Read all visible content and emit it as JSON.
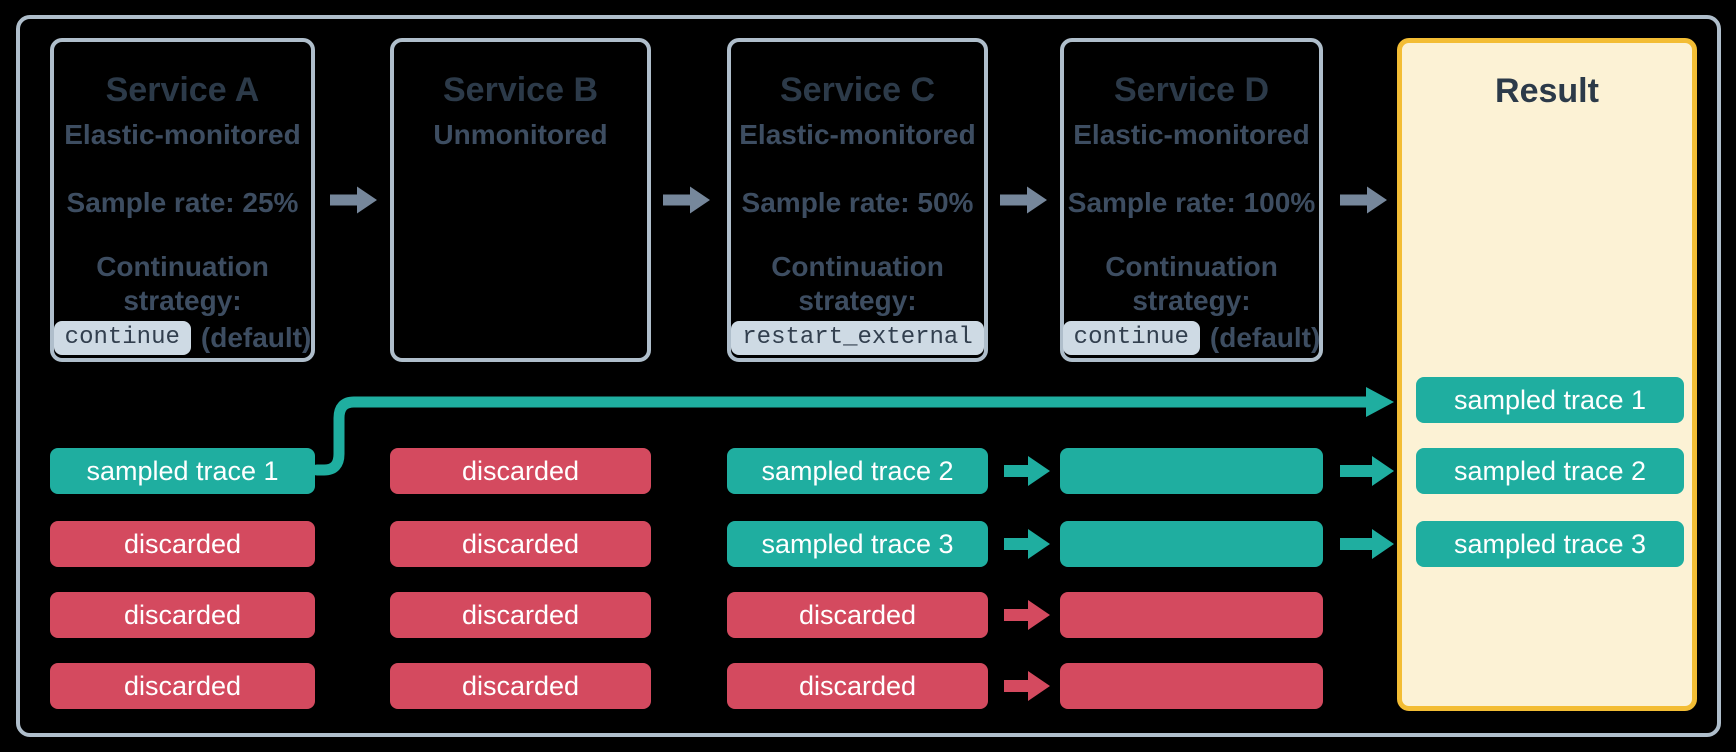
{
  "colors": {
    "teal": "#1FAEA0",
    "red": "#D44A5F",
    "arrow_gray": "#76879B",
    "box_border": "#AFBECB",
    "gold": "#F3BD34",
    "cream": "#FCF2D5",
    "title_text": "#2C3A49",
    "body_text": "#3D4D61",
    "code_bg": "#CEDAE4",
    "code_text": "#323F4E",
    "chip_text": "#FFFFFF",
    "bg": "#000000"
  },
  "services": [
    {
      "title": "Service A",
      "subtitle": "Elastic-monitored",
      "sample_rate": "Sample rate: 25%",
      "strategy_label": "Continuation strategy:",
      "strategy_code": "continue",
      "strategy_suffix": "(default)"
    },
    {
      "title": "Service B",
      "subtitle": "Unmonitored"
    },
    {
      "title": "Service C",
      "subtitle": "Elastic-monitored",
      "sample_rate": "Sample rate: 50%",
      "strategy_label": "Continuation strategy:",
      "strategy_code": "restart_external",
      "strategy_suffix": ""
    },
    {
      "title": "Service D",
      "subtitle": "Elastic-monitored",
      "sample_rate": "Sample rate: 100%",
      "strategy_label": "Continuation strategy:",
      "strategy_code": "continue",
      "strategy_suffix": "(default)"
    }
  ],
  "result": {
    "title": "Result"
  },
  "traces": {
    "service_a": [
      {
        "label": "sampled trace 1",
        "status": "sampled"
      },
      {
        "label": "discarded",
        "status": "discarded"
      },
      {
        "label": "discarded",
        "status": "discarded"
      },
      {
        "label": "discarded",
        "status": "discarded"
      }
    ],
    "service_b": [
      {
        "label": "discarded",
        "status": "discarded"
      },
      {
        "label": "discarded",
        "status": "discarded"
      },
      {
        "label": "discarded",
        "status": "discarded"
      },
      {
        "label": "discarded",
        "status": "discarded"
      }
    ],
    "service_c": [
      {
        "label": "sampled trace 2",
        "status": "sampled"
      },
      {
        "label": "sampled trace 3",
        "status": "sampled"
      },
      {
        "label": "discarded",
        "status": "discarded"
      },
      {
        "label": "discarded",
        "status": "discarded"
      }
    ],
    "service_d": [
      {
        "label": "",
        "status": "sampled"
      },
      {
        "label": "",
        "status": "sampled"
      },
      {
        "label": "",
        "status": "discarded"
      },
      {
        "label": "",
        "status": "discarded"
      }
    ],
    "result": [
      {
        "label": "sampled trace 1",
        "status": "sampled"
      },
      {
        "label": "sampled trace 2",
        "status": "sampled"
      },
      {
        "label": "sampled trace 3",
        "status": "sampled"
      }
    ]
  }
}
